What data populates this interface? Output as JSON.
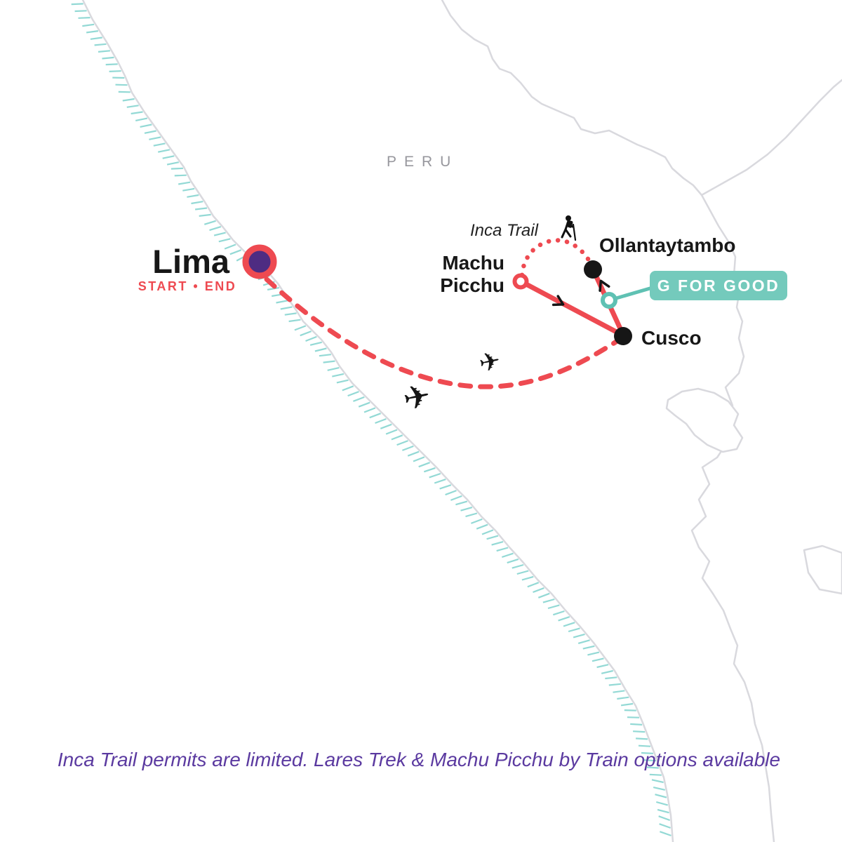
{
  "map": {
    "region_label": "PERU",
    "locations": {
      "lima": {
        "name": "Lima",
        "status": "START • END"
      },
      "machu_picchu": {
        "line1": "Machu",
        "line2": "Picchu"
      },
      "ollantaytambo": {
        "name": "Ollantaytambo"
      },
      "cusco": {
        "name": "Cusco"
      }
    },
    "routes": {
      "inca_trail_label": "Inca Trail"
    },
    "badge": {
      "label": "G FOR GOOD"
    },
    "icons": {
      "plane": "✈"
    },
    "caption": "Inca Trail permits are limited. Lares Trek & Machu Picchu by Train options available",
    "colors": {
      "route_red": "#ee4a51",
      "teal_line": "#5fc1b3",
      "badge_teal": "#74cabc",
      "marker_purple": "#4e2c82",
      "caption_purple": "#5b3aa0",
      "border_gray": "#d9d9de",
      "hatch_teal": "#93d9d5",
      "label_black": "#171717",
      "region_gray": "#97979d"
    }
  }
}
